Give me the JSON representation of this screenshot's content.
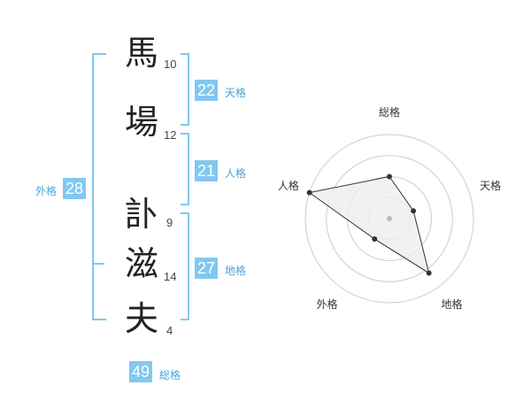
{
  "name": {
    "chars": [
      {
        "char": "馬",
        "strokes": "10"
      },
      {
        "char": "場",
        "strokes": "12"
      },
      {
        "char": "訃",
        "strokes": "9"
      },
      {
        "char": "滋",
        "strokes": "14"
      },
      {
        "char": "夫",
        "strokes": "4"
      }
    ]
  },
  "scores": {
    "tenkaku": {
      "value": "22",
      "label": "天格"
    },
    "jinkaku": {
      "value": "21",
      "label": "人格"
    },
    "chikaku": {
      "value": "27",
      "label": "地格"
    },
    "gaikaku": {
      "value": "28",
      "label": "外格"
    },
    "soukaku": {
      "value": "49",
      "label": "総格"
    }
  },
  "chart_data": {
    "type": "radar",
    "axes": [
      "総格",
      "天格",
      "地格",
      "外格",
      "人格"
    ],
    "values": [
      0.5,
      0.3,
      0.8,
      0.3,
      1.0
    ],
    "rings": 4,
    "range": [
      0,
      1
    ],
    "colors": {
      "stroke": "#333333",
      "fill": "#eeeeee",
      "ring": "#cccccc",
      "center": "#bbbbbb"
    }
  },
  "colors": {
    "accent": "#82c8f0",
    "accent_text": "#4aa4dc"
  }
}
